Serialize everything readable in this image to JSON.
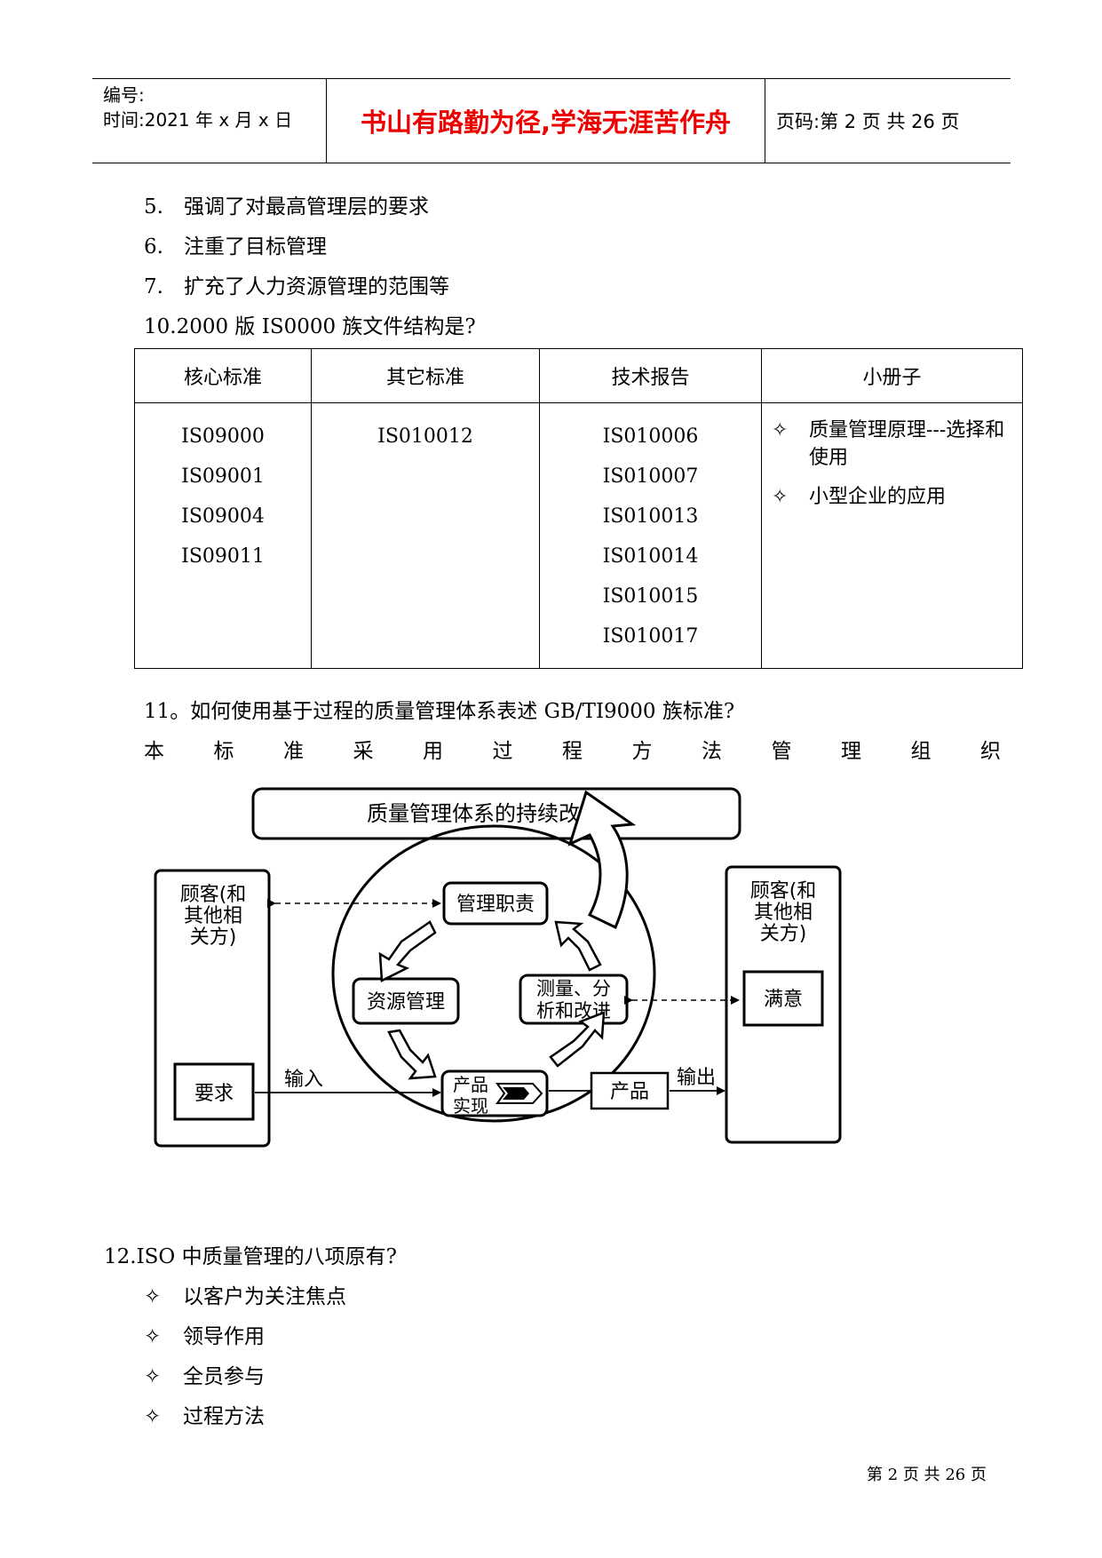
{
  "header": {
    "serial_label": "编号:",
    "time_label": "时间:2021 年 x 月 x 日",
    "motto": "书山有路勤为径,学海无涯苦作舟",
    "page_code": "页码:第 2 页 共 26 页"
  },
  "list_top": [
    {
      "num": "5.",
      "text": "强调了对最高管理层的要求"
    },
    {
      "num": "6.",
      "text": "注重了目标管理"
    },
    {
      "num": "7.",
      "text": "扩充了人力资源管理的范围等"
    }
  ],
  "q10": "10.2000 版 IS0000 族文件结构是?",
  "table": {
    "headers": [
      "核心标准",
      "其它标准",
      "技术报告",
      "小册子"
    ],
    "core": [
      "IS09000",
      "IS09001",
      "IS09004",
      "IS09011"
    ],
    "other": [
      "IS010012"
    ],
    "reports": [
      "IS010006",
      "IS010007",
      "IS010013",
      "IS010014",
      "IS010015",
      "IS010017"
    ],
    "booklets": [
      "质量管理原理---选择和使用",
      "小型企业的应用"
    ],
    "bullet": "✧"
  },
  "q11": "11。如何使用基于过程的质量管理体系表述 GB/TI9000 族标准?",
  "q11_spread": [
    "本",
    "标",
    "准",
    "采",
    "用",
    "过",
    "程",
    "方",
    "法",
    "管",
    "理",
    "组",
    "织"
  ],
  "diagram": {
    "title": "质量管理体系的持续改进",
    "customer_left": [
      "顾客(和",
      "其他相",
      "关方)"
    ],
    "customer_right": [
      "顾客(和",
      "其他相",
      "关方)"
    ],
    "requirement": "要求",
    "satisfaction": "满意",
    "input": "输入",
    "output": "输出",
    "mgmt": "管理职责",
    "resource": "资源管理",
    "measure": [
      "测量、分",
      "析和改进"
    ],
    "realize": [
      "产品",
      "实现"
    ],
    "product": "产品"
  },
  "q12": "12.ISO 中质量管理的八项原有?",
  "list_bottom": [
    "以客户为关注焦点",
    "领导作用",
    "全员参与",
    "过程方法"
  ],
  "footer": "第 2 页 共 26 页"
}
